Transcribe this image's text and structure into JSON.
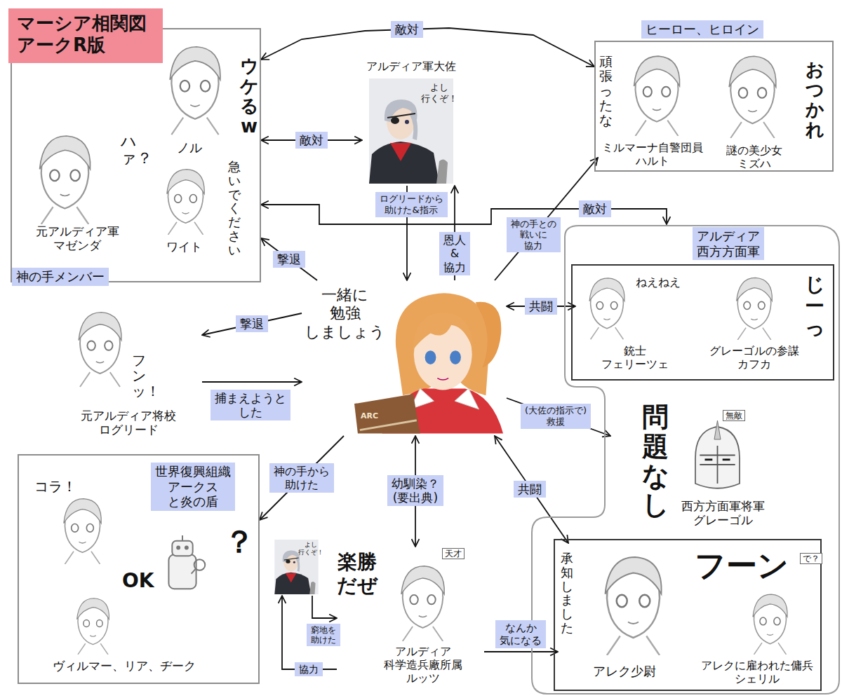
{
  "diagram": {
    "title": "マーシア相関図 アークR版",
    "nodes": [
      {
        "text": [
          "神の手メンバー"
        ]
      },
      {
        "text": [
          "ウケるw",
          "ノル"
        ],
        "in": 0
      },
      {
        "text": [
          "ハァ？",
          "元アルディア軍 マゼンダ"
        ],
        "in": 0
      },
      {
        "text": [
          "急いでください",
          "ワイト"
        ],
        "in": 0
      },
      {
        "text": [
          "アルディア軍大佐",
          "よし 行くぞ！"
        ]
      },
      {
        "text": [
          "ヒーロー、ヒロイン"
        ]
      },
      {
        "text": [
          "頑張ったな",
          "ミルマーナ自警団員 ハルト"
        ],
        "in": 5
      },
      {
        "text": [
          "おつかれ",
          "謎の美少女 ミズハ"
        ],
        "in": 5
      },
      {
        "text": [
          "アルディア 西方方面軍"
        ]
      },
      {
        "text": [
          "ねえねえ",
          "銃士 フェリーツェ"
        ],
        "in": 8
      },
      {
        "text": [
          "じーっ",
          "グレーゴルの参謀 カフカ"
        ],
        "in": 8
      },
      {
        "text": [
          "フンッ！",
          "元アルディア将校 ログリード"
        ]
      },
      {
        "text": [
          "一緒に 勉強 しましょう"
        ]
      },
      {
        "text": [
          "問題なし",
          "無敵",
          "西方方面軍将軍 グレーゴル"
        ],
        "in": 8
      },
      {
        "text": [
          "世界復興組織 アークス と炎の盾",
          "コラ！",
          "？",
          "OK",
          "ヴィルマー、リア、ヂーク"
        ]
      },
      {
        "text": [
          "よし 行くぞ！"
        ]
      },
      {
        "text": [
          "楽勝 だぜ",
          "天才",
          "アルディア 科学造兵廠所属 ルッツ"
        ]
      },
      {
        "text": [
          "承知しました",
          "アレク少尉"
        ],
        "in": 8
      },
      {
        "text": [
          "フーン",
          "で？",
          "アレクに雇われた傭兵 シェリル"
        ],
        "in": 8
      }
    ],
    "edges": [
      {
        "from": 0,
        "to": 5,
        "label": "敵対",
        "arrow": "both"
      },
      {
        "from": 0,
        "to": 4,
        "label": "敵対",
        "arrow": "both"
      },
      {
        "from": 4,
        "to": 12,
        "label": "ログリードから 助けた&指示",
        "arrow": "to"
      },
      {
        "from": 12,
        "to": 4,
        "label": "恩人 &協力",
        "arrow": "to"
      },
      {
        "from": 12,
        "to": 0,
        "label": "撃退",
        "arrow": "to"
      },
      {
        "from": 0,
        "to": 8,
        "label": "敵対",
        "arrow": "both"
      },
      {
        "from": 12,
        "to": 6,
        "label": "神の手との 戦いに 協力",
        "arrow": "to"
      },
      {
        "from": 12,
        "to": 9,
        "label": "共闘",
        "arrow": "both"
      },
      {
        "from": 12,
        "to": 11,
        "label": "撃退",
        "arrow": "to"
      },
      {
        "from": 11,
        "to": 12,
        "label": "捕まえようと した",
        "arrow": "to"
      },
      {
        "from": 12,
        "to": 13,
        "label": "(大佐の指示で) 救援",
        "arrow": "to"
      },
      {
        "from": 12,
        "to": 14,
        "label": "神の手から 助けた",
        "arrow": "to"
      },
      {
        "from": 12,
        "to": 16,
        "label": "幼馴染？ (要出典)",
        "arrow": "both"
      },
      {
        "from": 12,
        "to": 17,
        "label": "共闘",
        "arrow": "both"
      },
      {
        "from": 15,
        "to": 16,
        "label": "窮地を 助けた",
        "arrow": "to"
      },
      {
        "from": 16,
        "to": 15,
        "label": "協力",
        "arrow": "to"
      },
      {
        "from": 16,
        "to": 17,
        "label": "なんか 気になる",
        "arrow": "to"
      }
    ],
    "labels": [
      "ARC"
    ]
  }
}
